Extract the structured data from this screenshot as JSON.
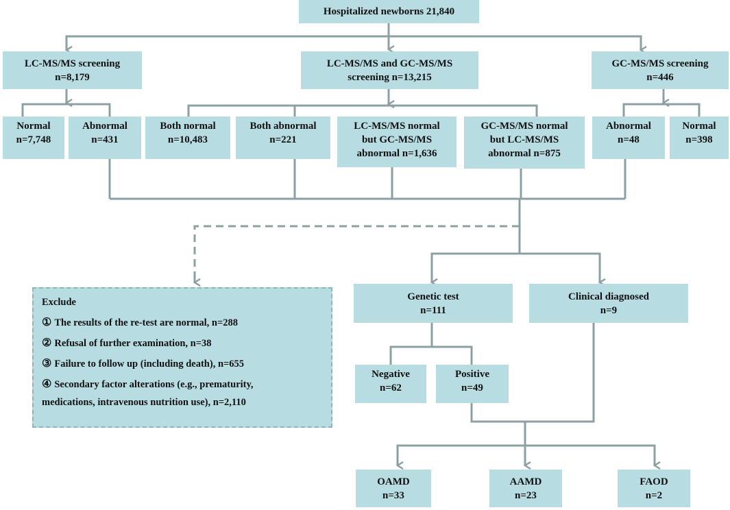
{
  "colors": {
    "box_fill": "#b7dde2",
    "connector": "#8ca0a3",
    "text": "#111111"
  },
  "root": {
    "line1": "Hospitalized newborns 21,840"
  },
  "lc_screen": {
    "line1": "LC-MS/MS screening",
    "line2": "n=8,179"
  },
  "both_screen": {
    "line1": "LC-MS/MS and GC-MS/MS",
    "line2": "screening  n=13,215"
  },
  "gc_screen": {
    "line1": "GC-MS/MS screening",
    "line2": "n=446"
  },
  "lc_normal": {
    "line1": "Normal",
    "line2": "n=7,748"
  },
  "lc_abnormal": {
    "line1": "Abnormal",
    "line2": "n=431"
  },
  "both_normal": {
    "line1": "Both normal",
    "line2": "n=10,483"
  },
  "both_abnormal": {
    "line1": "Both abnormal",
    "line2": "n=221"
  },
  "lc_normal_gc_abnormal": {
    "line1": "LC-MS/MS normal",
    "line2": "but GC-MS/MS",
    "line3": "abnormal n=1,636"
  },
  "gc_normal_lc_abnormal": {
    "line1": "GC-MS/MS normal",
    "line2": "but LC-MS/MS",
    "line3": "abnormal  n=875"
  },
  "gc_abnormal": {
    "line1": "Abnormal",
    "line2": "n=48"
  },
  "gc_normal": {
    "line1": "Normal",
    "line2": "n=398"
  },
  "exclude": {
    "title": "Exclude",
    "items": [
      {
        "num": "①",
        "text": "The results of the re-test are normal, n=288"
      },
      {
        "num": "②",
        "text": "Refusal of further examination, n=38"
      },
      {
        "num": "③",
        "text": "Failure to follow up (including death), n=655"
      },
      {
        "num": "④",
        "text": "Secondary factor alterations (e.g., prematurity,",
        "cont": "medications, intravenous nutrition use), n=2,110"
      }
    ]
  },
  "genetic": {
    "line1": "Genetic test",
    "line2": "n=111"
  },
  "clinical": {
    "line1": "Clinical diagnosed",
    "line2": "n=9"
  },
  "negative": {
    "line1": "Negative",
    "line2": "n=62"
  },
  "positive": {
    "line1": "Positive",
    "line2": "n=49"
  },
  "oamd": {
    "line1": "OAMD",
    "line2": "n=33"
  },
  "aamd": {
    "line1": "AAMD",
    "line2": "n=23"
  },
  "faod": {
    "line1": "FAOD",
    "line2": "n=2"
  }
}
